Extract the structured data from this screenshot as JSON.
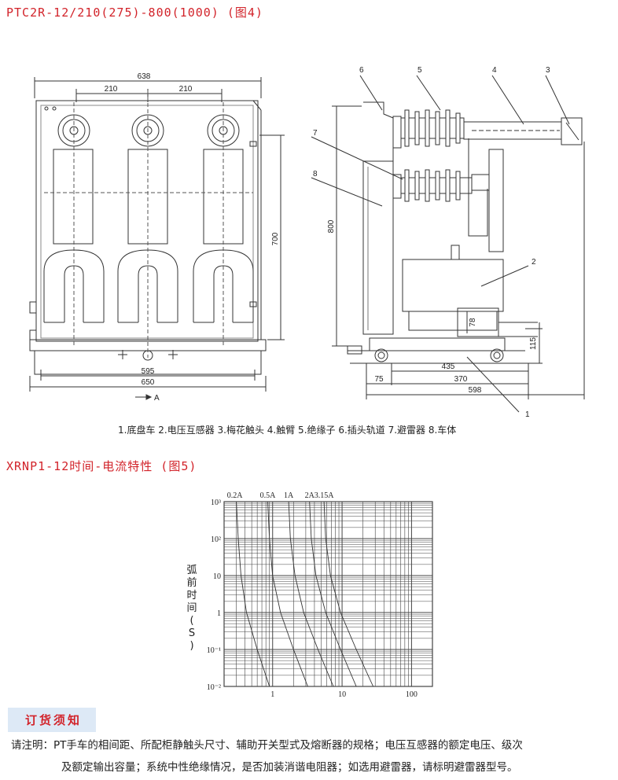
{
  "fig4": {
    "title": "PTC2R-12/210(275)-800(1000) (图4)",
    "front": {
      "top_width": "638",
      "pitch_left": "210",
      "pitch_right": "210",
      "height": "700",
      "bottom_inner": "595",
      "bottom_outer": "650",
      "arrow_label": "A"
    },
    "side": {
      "callouts": [
        "6",
        "5",
        "4",
        "3",
        "7",
        "8",
        "2",
        "1"
      ],
      "height": "800",
      "dim_78": "78",
      "dim_115": "115",
      "dim_435": "435",
      "dim_75": "75",
      "dim_370": "370",
      "dim_598": "598"
    },
    "caption": "1.底盘车 2.电压互感器 3.梅花触头 4.触臂 5.绝缘子 6.插头轨道 7.避雷器 8.车体"
  },
  "fig5": {
    "title": "XRNP1-12时间-电流特性 (图5)",
    "chart_data": {
      "type": "line",
      "title": "",
      "xlabel": "",
      "ylabel": "弧前时间(S)",
      "xscale": "log",
      "yscale": "log",
      "xlim": [
        0.2,
        200
      ],
      "ylim": [
        0.01,
        1000
      ],
      "x_tick_labels": [
        "1",
        "10",
        "100"
      ],
      "y_tick_labels": [
        "10⁻²",
        "10⁻¹",
        "1",
        "10",
        "10²",
        "10³"
      ],
      "curve_labels": [
        "0.2A",
        "0.5A",
        "1A",
        "2A",
        "3.15A"
      ],
      "series": [
        {
          "name": "0.2A",
          "points": [
            [
              0.3,
              1000
            ],
            [
              0.32,
              100
            ],
            [
              0.35,
              10
            ],
            [
              0.42,
              1
            ],
            [
              0.6,
              0.1
            ],
            [
              0.9,
              0.01
            ]
          ]
        },
        {
          "name": "0.5A",
          "points": [
            [
              0.85,
              1000
            ],
            [
              0.9,
              100
            ],
            [
              1.0,
              10
            ],
            [
              1.3,
              1
            ],
            [
              2.0,
              0.1
            ],
            [
              3.2,
              0.01
            ]
          ]
        },
        {
          "name": "1A",
          "points": [
            [
              1.7,
              1000
            ],
            [
              1.8,
              100
            ],
            [
              2.1,
              10
            ],
            [
              2.8,
              1
            ],
            [
              4.5,
              0.1
            ],
            [
              7.5,
              0.01
            ]
          ]
        },
        {
          "name": "2A",
          "points": [
            [
              3.4,
              1000
            ],
            [
              3.6,
              100
            ],
            [
              4.2,
              10
            ],
            [
              5.8,
              1
            ],
            [
              9.5,
              0.1
            ],
            [
              16,
              0.01
            ]
          ]
        },
        {
          "name": "3.15A",
          "points": [
            [
              5.5,
              1000
            ],
            [
              5.8,
              100
            ],
            [
              6.8,
              10
            ],
            [
              9.5,
              1
            ],
            [
              16,
              0.1
            ],
            [
              28,
              0.01
            ]
          ]
        }
      ]
    }
  },
  "order": {
    "heading": "订货须知",
    "line1": "请注明：PT手车的相间距、所配柜静触头尺寸、辅助开关型式及熔断器的规格；电压互感器的额定电压、级次",
    "line2": "及额定输出容量；系统中性绝缘情况，是否加装消谐电阻器；如选用避雷器，请标明避雷器型号。"
  }
}
